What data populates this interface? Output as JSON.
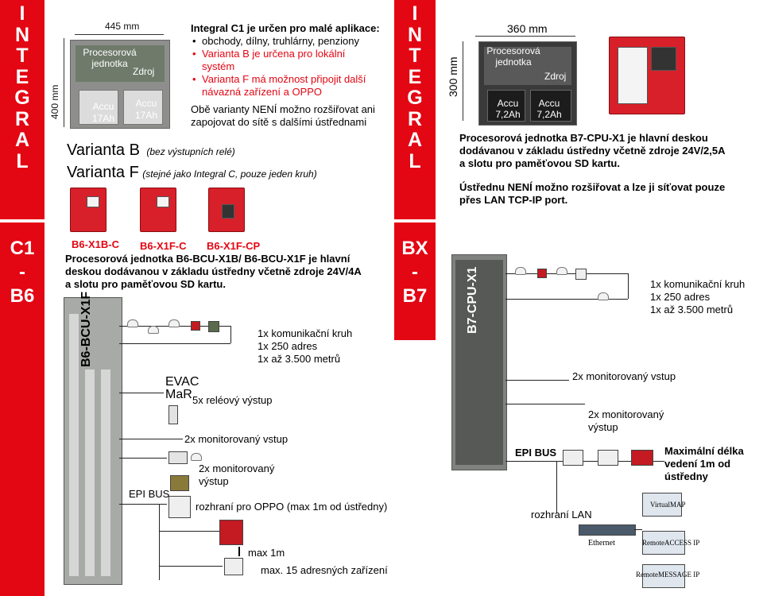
{
  "left_bar": {
    "letters": [
      "I",
      "N",
      "T",
      "E",
      "G",
      "R",
      "A",
      "L"
    ],
    "section": [
      "C1",
      "-",
      "B6"
    ]
  },
  "mid_bar": {
    "letters": [
      "I",
      "N",
      "T",
      "E",
      "G",
      "R",
      "A",
      "L"
    ],
    "section": [
      "BX",
      "-",
      "B7"
    ]
  },
  "top_left": {
    "width_dim": "445 mm",
    "height_dim": "400 mm",
    "photo_labels": {
      "unit": "Procesorová jednotka",
      "psu": "Zdroj",
      "accu1": "Accu 17Ah",
      "accu2": "Accu 17Ah"
    },
    "intro": "Integral C1 je určen pro malé aplikace:",
    "bullets": [
      {
        "text": "obchody, dílny, truhlárny, penziony",
        "red": false
      },
      {
        "text": "Varianta B je určena pro lokální systém",
        "red": true
      },
      {
        "text": "Varianta F má možnost připojit další návazná zařízení a OPPO",
        "red": true
      }
    ],
    "note": "Obě varianty NENÍ možno rozšiřovat ani zapojovat do sítě s dalšími ústřednami",
    "variant_b_title": "Varianta B",
    "variant_b_sub": "(bez výstupních relé)",
    "variant_f_title": "Varianta F",
    "variant_f_sub": "(stejné jako Integral C, pouze jeden kruh)"
  },
  "top_right": {
    "width_dim": "360 mm",
    "height_dim": "300 mm",
    "photo_labels": {
      "unit": "Procesorová jednotka",
      "psu": "Zdroj",
      "accu1": "Accu 7,2Ah",
      "accu2": "Accu 7,2Ah"
    },
    "para1": "Procesorová jednotka B7-CPU-X1 je hlavní deskou dodávanou v základu ústředny včetně zdroje 24V/2,5A a slotu pro paměťovou SD kartu.",
    "para2": "Ústřednu NENÍ možno rozšiřovat a lze ji síťovat pouze přes LAN TCP-IP port."
  },
  "bottom_left": {
    "models": [
      "B6-X1B-C",
      "B6-X1F-C",
      "B6-X1F-CP"
    ],
    "desc": "Procesorová jednotka B6-BCU-X1B/ B6-BCU-X1F je hlavní deskou dodávanou v základu ústředny včetně zdroje 24V/4A a slotu pro paměťovou SD kartu.",
    "board_label": "B6-BCU-X1F",
    "loop": [
      "1x komunikační kruh",
      "1x 250 adres",
      "1x až 3.500 metrů"
    ],
    "evac": "EVAC",
    "mar": "MaR",
    "relay": "5x reléový výstup",
    "mon_in": "2x monitorovaný vstup",
    "mon_out": "2x monitorovaný výstup",
    "epi": "EPI BUS",
    "oppo": "rozhraní pro OPPO (max 1m od ústředny)",
    "max1m": "max 1m",
    "max15": "max. 15 adresných zařízení"
  },
  "bottom_right": {
    "board_label": "B7-CPU-X1",
    "loop": [
      "1x komunikační kruh",
      "1x 250 adres",
      "1x až 3.500 metrů"
    ],
    "mon_in": "2x monitorovaný vstup",
    "mon_out": "2x monitorovaný výstup",
    "epi": "EPI BUS",
    "maxlen": "Maximální délka vedení 1m od ústředny",
    "lan": "rozhraní LAN",
    "ethernet": "Ethernet",
    "vmap": "VirtualMAP",
    "raccess": "RemoteACCESS IP",
    "rmessage": "RemoteMESSAGE IP"
  },
  "colors": {
    "accent": "#e30613",
    "panel": "#d8202a"
  }
}
